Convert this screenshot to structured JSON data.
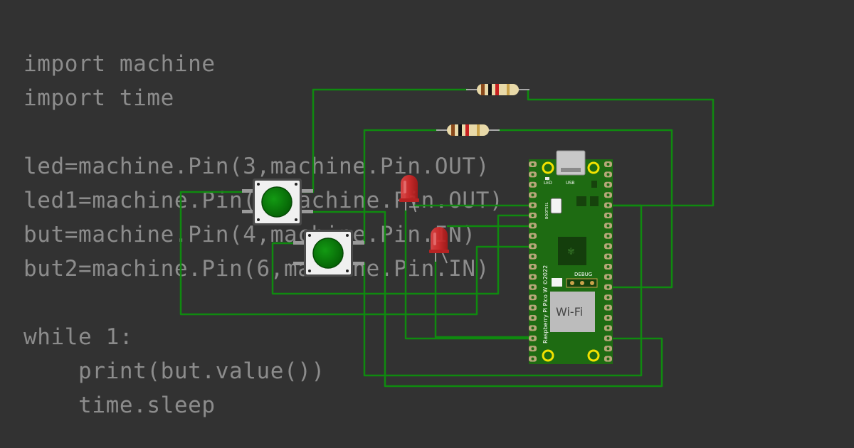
{
  "code_lines": [
    "import machine",
    "import time",
    "",
    "led=machine.Pin(3,machine.Pin.OUT)",
    "led1=machine.Pin(2,machine.Pin.OUT)",
    "but=machine.Pin(4,machine.Pin.IN)",
    "but2=machine.Pin(6,machine.Pin.IN)",
    "",
    "while 1:",
    "    print(but.value())",
    "    time.sleep"
  ],
  "board": {
    "name": "Raspberry Pi Pico W ©2022",
    "wifi_label": "Wi-Fi",
    "debug_label": "DEBUG",
    "bootsel_label": "BOOTSEL",
    "led_label": "LED",
    "usb_label": "USB"
  },
  "colors": {
    "background": "#323232",
    "wire": "#0f8a0f",
    "board": "#1e6b12",
    "button_cap": "#0b7a0b",
    "led": "#d42a2a"
  }
}
